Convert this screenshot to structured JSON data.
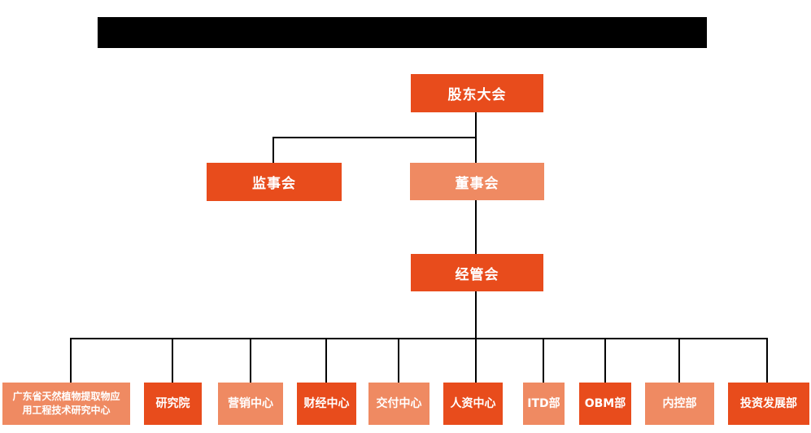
{
  "meta": {
    "type": "organization-chart",
    "title_bar": "redacted (solid black bar, no visible text)"
  },
  "colors": {
    "primary_orange": "#E84C1C",
    "secondary_orange": "#EF8A62",
    "connector_line": "#000000",
    "node_text": "#FFFFFF",
    "redacted_bar": "#000000",
    "background": "#FFFFFF"
  },
  "nodes": {
    "shareholders": {
      "label": "股东大会",
      "variant": "primary"
    },
    "supervisors": {
      "label": "监事会",
      "variant": "primary"
    },
    "directors": {
      "label": "董事会",
      "variant": "secondary"
    },
    "management": {
      "label": "经管会",
      "variant": "primary"
    }
  },
  "departments": [
    {
      "label": "广东省天然植物提取物应用工程技术研究中心",
      "variant": "secondary"
    },
    {
      "label": "研究院",
      "variant": "primary"
    },
    {
      "label": "营销中心",
      "variant": "secondary"
    },
    {
      "label": "财经中心",
      "variant": "primary"
    },
    {
      "label": "交付中心",
      "variant": "secondary"
    },
    {
      "label": "人资中心",
      "variant": "primary"
    },
    {
      "label": "ITD部",
      "variant": "secondary"
    },
    {
      "label": "OBM部",
      "variant": "primary"
    },
    {
      "label": "内控部",
      "variant": "secondary"
    },
    {
      "label": "投资发展部",
      "variant": "primary"
    }
  ]
}
